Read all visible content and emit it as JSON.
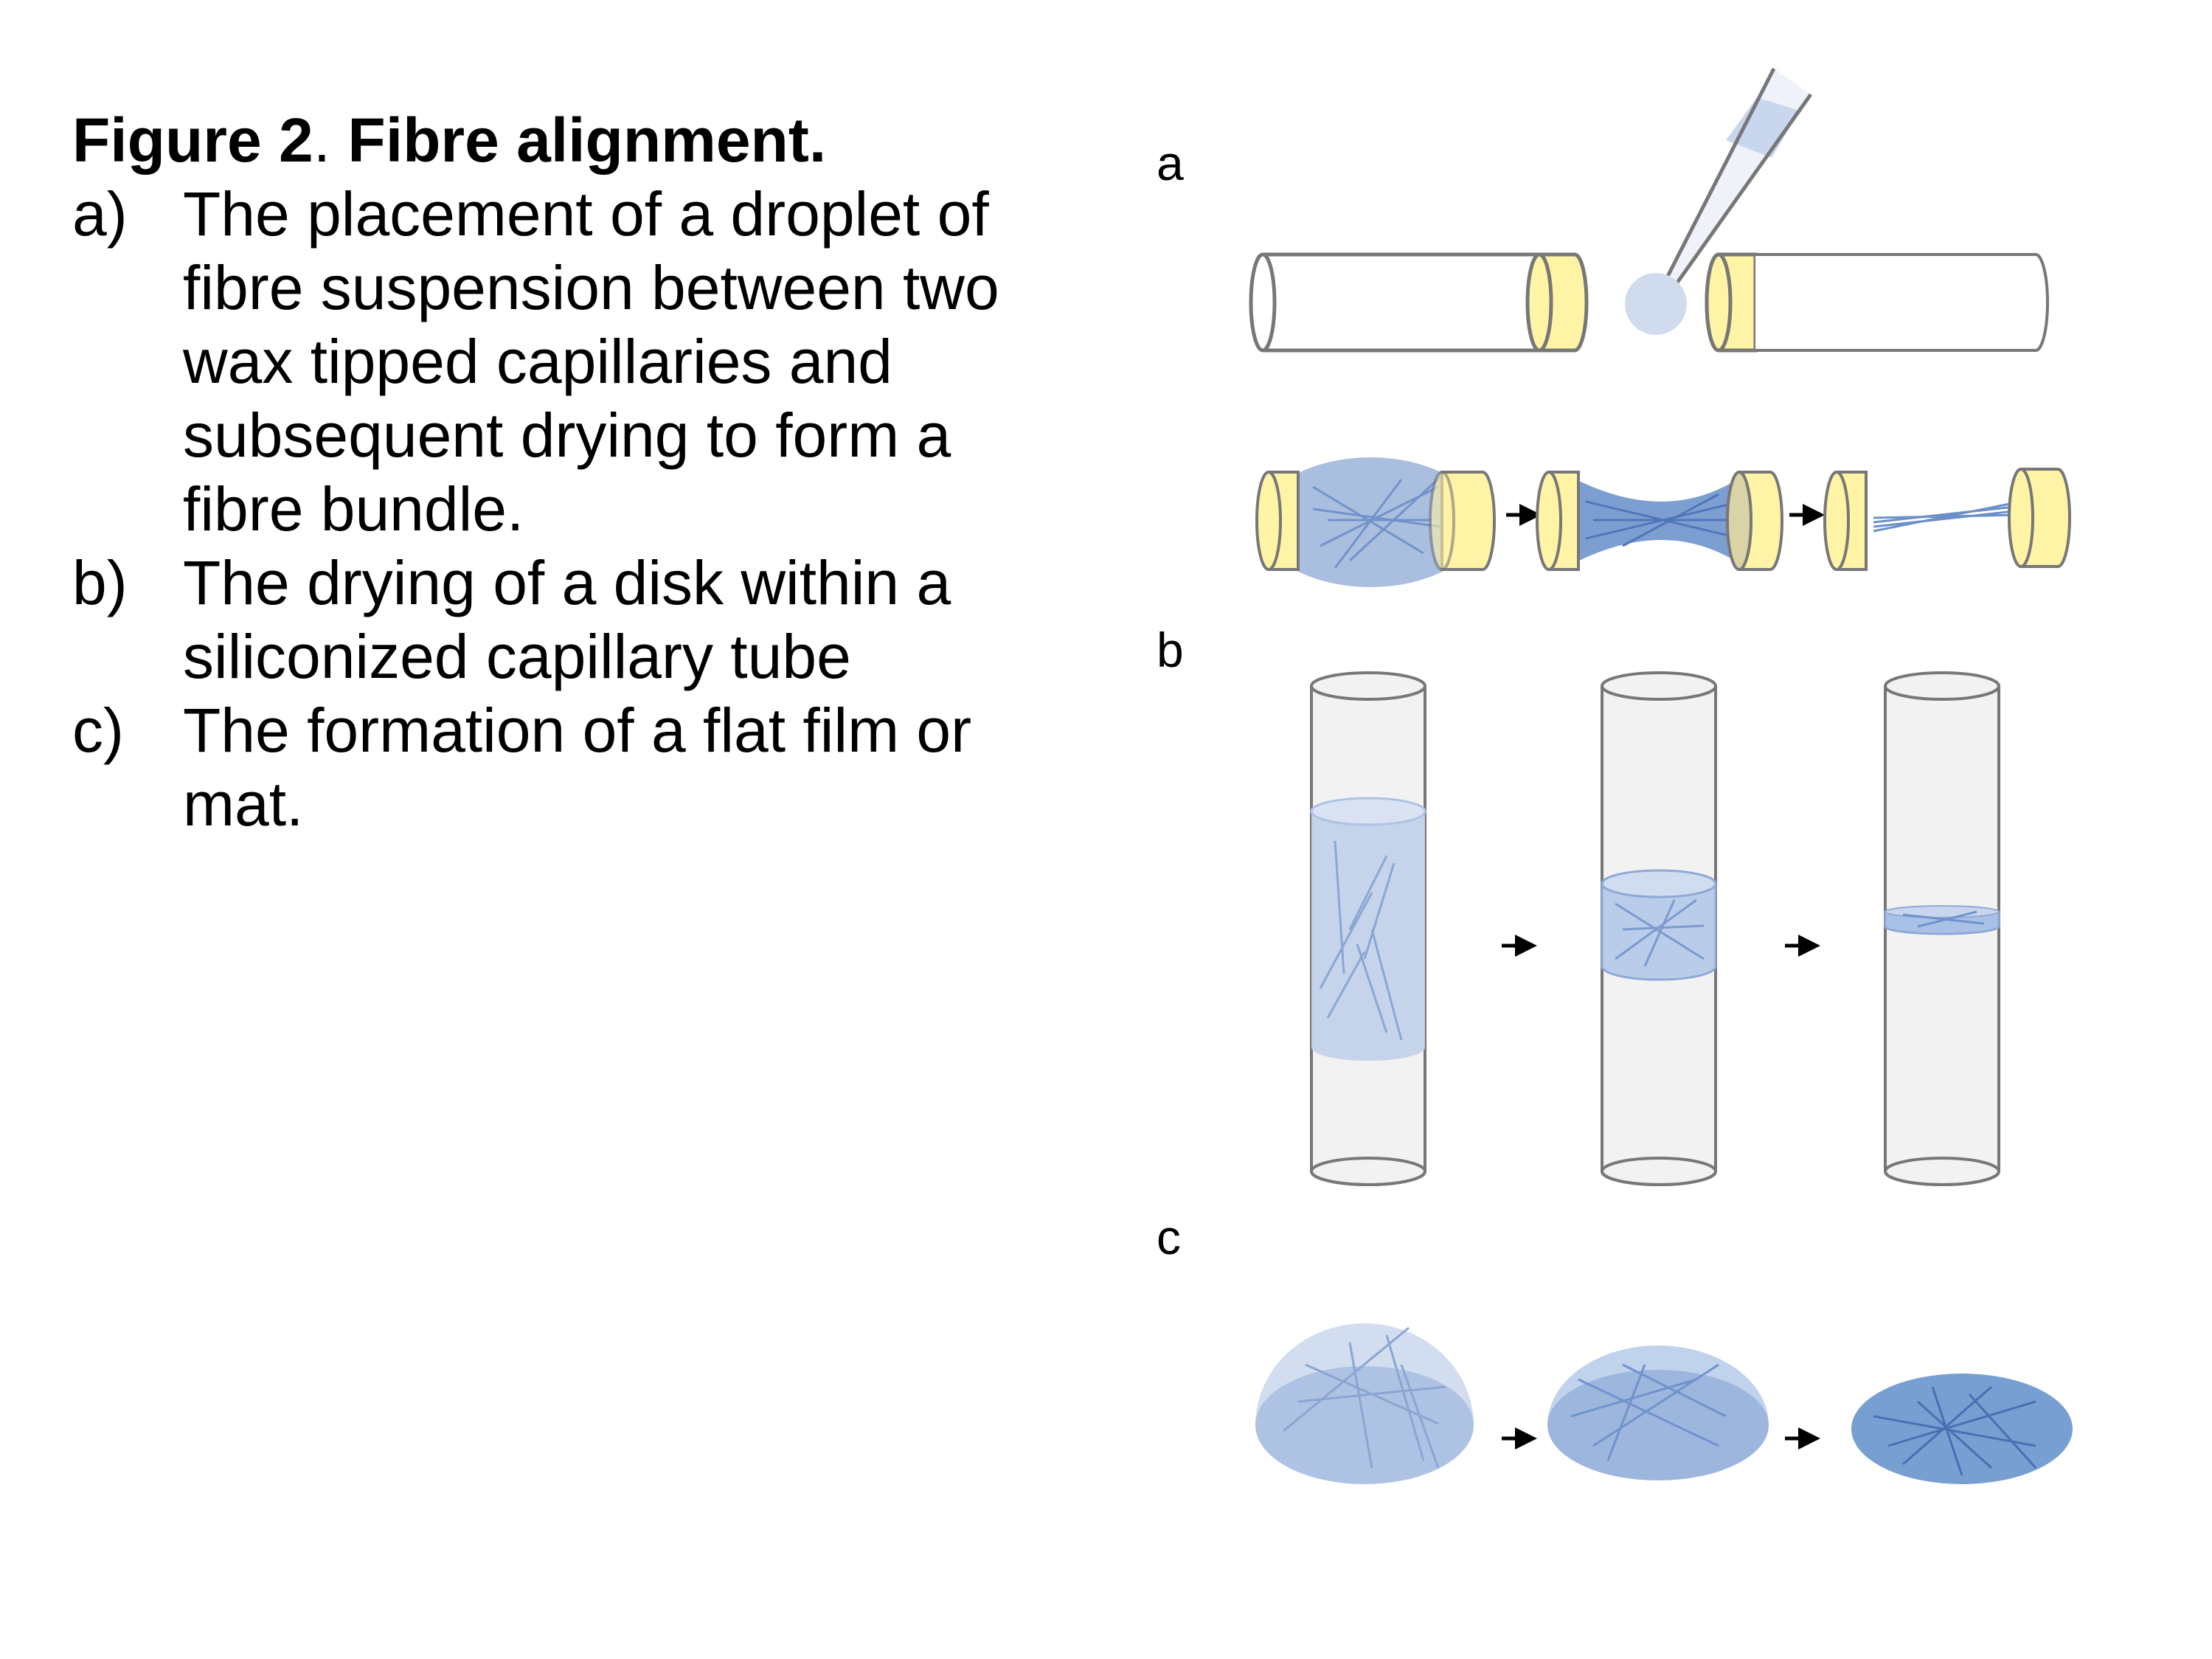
{
  "caption": {
    "title_bold": "Figure 2",
    "title_sep": ".",
    "title_rest": " Fibre alignment.",
    "items": [
      {
        "label": "a)",
        "text": "The placement of a droplet of fibre suspension between two wax tipped capillaries and subsequent drying to form a fibre bundle."
      },
      {
        "label": "b)",
        "text": "The drying of a disk within a siliconized capillary tube"
      },
      {
        "label": "c)",
        "text": "The formation of a flat film or mat."
      }
    ]
  },
  "panels": {
    "a": "a",
    "b": "b",
    "c": "c"
  },
  "colors": {
    "wax": "#fff3a6",
    "outline": "#777777",
    "tube_fill": "#f2f2f2",
    "droplet": "#d0dcee",
    "suspension": "#9bb3d9",
    "suspension_dark": "#6f93cc",
    "fibre": "#6b8fc7",
    "arrow": "#000000"
  },
  "icons": [
    "arrow-right-icon"
  ]
}
